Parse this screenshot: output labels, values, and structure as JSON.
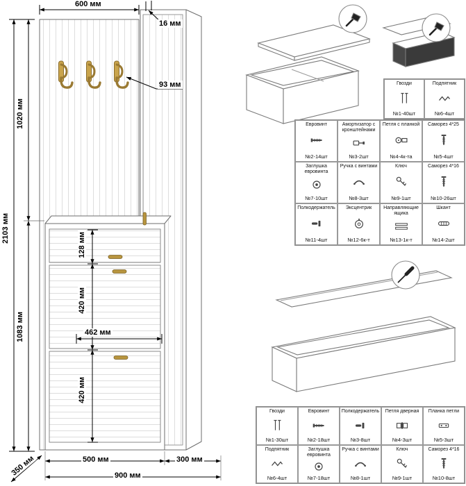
{
  "dimensions": {
    "top_width": "600 мм",
    "panel_thickness": "16 мм",
    "hook_drop": "93 мм",
    "total_height": "2103 мм",
    "upper_section_height": "1020 мм",
    "lower_section_height": "1083 мм",
    "drawer_height": "128 мм",
    "upper_flap_height": "420 мм",
    "inner_width": "462 мм",
    "lower_flap_height": "420 мм",
    "shoe_cabinet_width": "500 мм",
    "tall_cabinet_width": "300 мм",
    "total_width": "900 мм",
    "depth": "350 мм"
  },
  "hardware_table_wardrobe": {
    "side_cells": [
      {
        "name": "Гвозди",
        "qty": "№1-40шт",
        "icon": "nail-icon"
      },
      {
        "name": "Подпятник",
        "qty": "№6-4шт",
        "icon": "heel-pad-icon"
      }
    ],
    "rows": [
      [
        {
          "name": "Евровинт",
          "qty": "№2-14шт",
          "icon": "euro-screw-icon"
        },
        {
          "name": "Амортизатор с кронштейнами",
          "qty": "№3-2шт",
          "icon": "damper-icon"
        },
        {
          "name": "Петля с планкой",
          "qty": "№4-4к-та",
          "icon": "hinge-cup-icon"
        },
        {
          "name": "Саморез 4*25",
          "qty": "№5-4шт",
          "icon": "screw-icon"
        }
      ],
      [
        {
          "name": "Заглушка евровинта",
          "qty": "№7-10шт",
          "icon": "plug-icon"
        },
        {
          "name": "Ручка с винтами",
          "qty": "№8-3шт",
          "icon": "handle-icon"
        },
        {
          "name": "Ключ",
          "qty": "№9-1шт",
          "icon": "key-icon"
        },
        {
          "name": "Саморез 4*16",
          "qty": "№10-26шт",
          "icon": "screw-icon"
        }
      ],
      [
        {
          "name": "Полкодержатель",
          "qty": "№11-4шт",
          "icon": "shelf-support-icon"
        },
        {
          "name": "Эксцентрик",
          "qty": "№12-6к-т",
          "icon": "eccentric-icon"
        },
        {
          "name": "Направляющие ящика",
          "qty": "№13-1к-т",
          "icon": "rail-icon"
        },
        {
          "name": "Шкант",
          "qty": "№14-2шт",
          "icon": "dowel-icon"
        }
      ]
    ]
  },
  "hardware_table_cabinet": {
    "rows": [
      [
        {
          "name": "Гвозди",
          "qty": "№1-30шт",
          "icon": "nail-icon"
        },
        {
          "name": "Евровинт",
          "qty": "№2-18шт",
          "icon": "euro-screw-icon"
        },
        {
          "name": "Полкодержатель",
          "qty": "№3-8шт",
          "icon": "shelf-support-icon"
        },
        {
          "name": "Петля дверная",
          "qty": "№4-3шт",
          "icon": "door-hinge-icon"
        },
        {
          "name": "Планка петли",
          "qty": "№5-3шт",
          "icon": "hinge-plate-icon"
        }
      ],
      [
        {
          "name": "Подпятник",
          "qty": "№6-4шт",
          "icon": "heel-pad-icon"
        },
        {
          "name": "Заглушка евровинта",
          "qty": "№7-18шт",
          "icon": "plug-icon"
        },
        {
          "name": "Ручка с винтами",
          "qty": "№8-1шт",
          "icon": "handle-icon"
        },
        {
          "name": "Ключ",
          "qty": "№9-1шт",
          "icon": "key-icon"
        },
        {
          "name": "Саморез 4*16",
          "qty": "№10-8шт",
          "icon": "screw-icon"
        }
      ]
    ]
  }
}
